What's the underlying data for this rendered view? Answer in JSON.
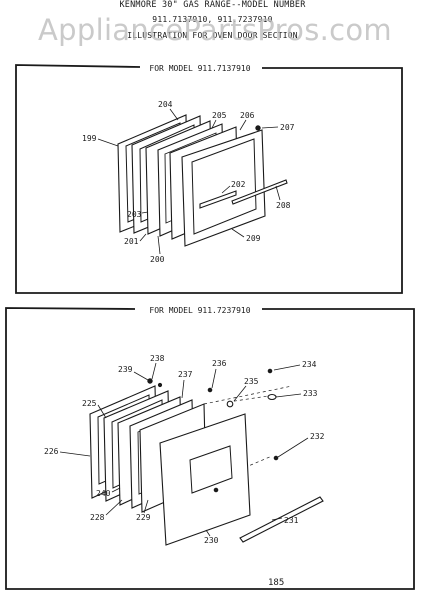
{
  "header": {
    "title": "KENMORE 30\" GAS RANGE--MODEL NUMBER",
    "models": "911.7137910, 911.7237910",
    "caption": "ILLUSTRATION FOR OVEN DOOR SECTION"
  },
  "watermark": "AppliancePartsPros.com",
  "panels": [
    {
      "label": "FOR MODEL 911.7137910",
      "parts": [
        "199",
        "200",
        "201",
        "202",
        "203",
        "204",
        "205",
        "206",
        "207",
        "208",
        "209"
      ]
    },
    {
      "label": "FOR MODEL 911.7237910",
      "parts": [
        "225",
        "226",
        "228",
        "229",
        "230",
        "231",
        "232",
        "233",
        "234",
        "235",
        "236",
        "237",
        "238",
        "239",
        "240"
      ]
    }
  ],
  "page_number": "185"
}
